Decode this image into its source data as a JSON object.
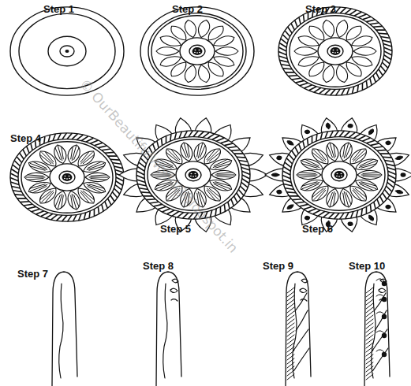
{
  "diagram": {
    "labels": [
      "Step 1",
      "Step 2",
      "Step 3",
      "Step 4",
      "Step 5",
      "Step 6",
      "Step 7",
      "Step 8",
      "Step 9",
      "Step 10",
      "© OurBeautifulWorld@blogspot.in"
    ]
  }
}
